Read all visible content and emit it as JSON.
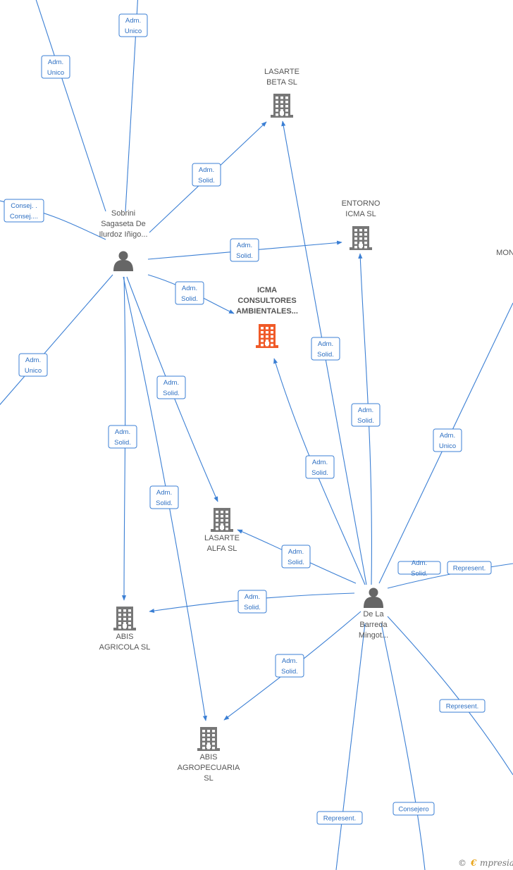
{
  "nodes": {
    "lasarte_beta": {
      "type": "company",
      "lines": [
        "LASARTE",
        "BETA  SL"
      ]
    },
    "entorno_icma": {
      "type": "company",
      "lines": [
        "ENTORNO",
        "ICMA  SL"
      ]
    },
    "icma": {
      "type": "company",
      "focus": true,
      "lines": [
        "ICMA",
        "CONSULTORES",
        "AMBIENTALES..."
      ]
    },
    "lasarte_alfa": {
      "type": "company",
      "lines": [
        "LASARTE",
        "ALFA  SL"
      ]
    },
    "abis_agricola": {
      "type": "company",
      "lines": [
        "ABIS",
        "AGRICOLA  SL"
      ]
    },
    "abis_agropecuaria": {
      "type": "company",
      "lines": [
        "ABIS",
        "AGROPECUARIA",
        "SL"
      ]
    },
    "mon": {
      "type": "company",
      "lines": [
        "MON"
      ]
    },
    "sobrini": {
      "type": "person",
      "lines": [
        "Sobrini",
        "Sagaseta De",
        "Ilurdoz Iñigo..."
      ]
    },
    "delabarreda": {
      "type": "person",
      "lines": [
        "De La",
        "Barreda",
        "Mingot..."
      ]
    }
  },
  "edge_labels": [
    {
      "id": "e1",
      "lines": [
        "Adm.",
        "Unico"
      ]
    },
    {
      "id": "e2",
      "lines": [
        "Adm.",
        "Unico"
      ]
    },
    {
      "id": "e3",
      "lines": [
        "Consej. .",
        "Consej...."
      ]
    },
    {
      "id": "e4",
      "lines": [
        "Adm.",
        "Unico"
      ]
    },
    {
      "id": "e5",
      "lines": [
        "Adm.",
        "Solid."
      ]
    },
    {
      "id": "e6",
      "lines": [
        "Adm.",
        "Solid."
      ]
    },
    {
      "id": "e7",
      "lines": [
        "Adm.",
        "Solid."
      ]
    },
    {
      "id": "e8",
      "lines": [
        "Adm.",
        "Solid."
      ]
    },
    {
      "id": "e9",
      "lines": [
        "Adm.",
        "Solid."
      ]
    },
    {
      "id": "e10",
      "lines": [
        "Adm.",
        "Solid."
      ]
    },
    {
      "id": "e11",
      "lines": [
        "Adm.",
        "Solid."
      ]
    },
    {
      "id": "e12",
      "lines": [
        "Adm.",
        "Solid."
      ]
    },
    {
      "id": "e13",
      "lines": [
        "Adm.",
        "Solid."
      ]
    },
    {
      "id": "e14",
      "lines": [
        "Adm.",
        "Solid."
      ]
    },
    {
      "id": "e15",
      "lines": [
        "Adm.",
        "Solid."
      ]
    },
    {
      "id": "e16",
      "lines": [
        "Adm.",
        "Solid."
      ]
    },
    {
      "id": "e17",
      "lines": [
        "Adm.",
        "Solid."
      ]
    },
    {
      "id": "e18",
      "lines": [
        "Adm.",
        "Unico"
      ]
    },
    {
      "id": "e19",
      "lines": [
        "Represent."
      ]
    },
    {
      "id": "e20",
      "lines": [
        "Represent."
      ]
    },
    {
      "id": "e21",
      "lines": [
        "Represent."
      ]
    },
    {
      "id": "e22",
      "lines": [
        "Consejero"
      ]
    }
  ],
  "footer": {
    "copyright": "©",
    "brand_initial": "€",
    "brand_rest": "mpresia"
  },
  "colors": {
    "edge": "#3b7fd4",
    "label_text": "#2d6fc2",
    "company_icon": "#777777",
    "focus_icon": "#f05a28",
    "person_icon": "#666666"
  }
}
